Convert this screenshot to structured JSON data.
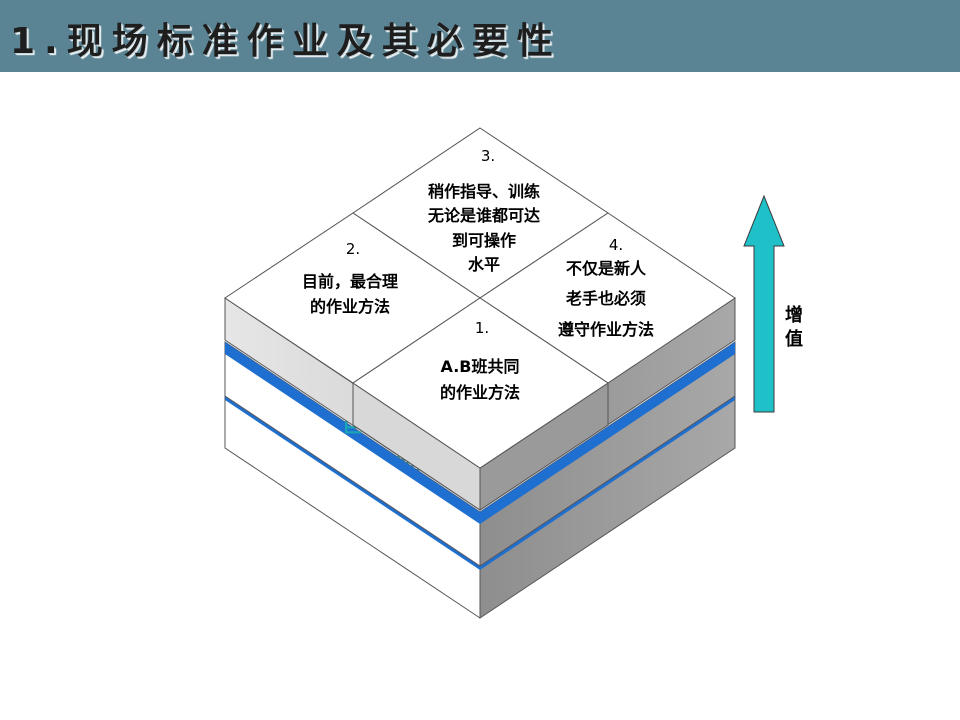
{
  "title": "1.现场标准作业及其必要性",
  "quadrants": {
    "q1": {
      "number": "1.",
      "lines": [
        "A.B班共同",
        "的作业方法"
      ]
    },
    "q2": {
      "number": "2.",
      "lines": [
        "目前，最合理",
        "的作业方法"
      ]
    },
    "q3": {
      "number": "3.",
      "lines": [
        "稍作指导、训练",
        "无论是谁都可达",
        "到可操作",
        "水平"
      ]
    },
    "q4": {
      "number": "4.",
      "lines": [
        "不仅是新人",
        "老手也必须",
        "遵守作业方法"
      ]
    }
  },
  "hidden_text": [
    "巨",
    "作业"
  ],
  "arrow_label": [
    "增",
    "值"
  ],
  "colors": {
    "title_bar": "#5a8494",
    "arrow": "#1fc0c8",
    "layer_stripe": "#1f6fd0",
    "side_gray": "#a0a0a0",
    "top_face": "#ffffff"
  },
  "icons": [
    "up-arrow-icon"
  ]
}
